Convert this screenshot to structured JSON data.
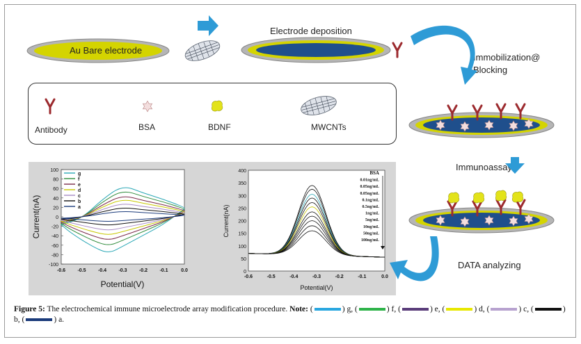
{
  "steps": {
    "au_electrode": "Au Bare electrode",
    "electrode_deposition": "Electrode deposition",
    "immobilization": [
      "Immobilization@",
      "Blocking"
    ],
    "immunoassay": "Immunoassay",
    "data_analyzing": "DATA analyzing"
  },
  "legend": {
    "antibody": "Antibody",
    "bsa": "BSA",
    "bdnf": "BDNF",
    "mwcnts": "MWCNTs"
  },
  "colors": {
    "yellow": "#d4d400",
    "blue_layer": "#1f4f8c",
    "gray_ring": "#b5b5b5",
    "arrow_blue": "#2e9bd6",
    "antibody_red": "#9c2a2e"
  },
  "chart_data": [
    {
      "type": "line",
      "title": "",
      "xlabel": "Potential(V)",
      "ylabel": "Current(nA)",
      "xlim": [
        -0.6,
        0.0
      ],
      "ylim": [
        -100,
        100
      ],
      "x_ticks": [
        "-0.6",
        "-0.5",
        "-0.4",
        "-0.3",
        "-0.2",
        "-0.1",
        "0.0"
      ],
      "y_ticks": [
        "100",
        "80",
        "60",
        "40",
        "20",
        "0",
        "-20",
        "-40",
        "-60",
        "-80",
        "-100"
      ],
      "legend_position": "top-left",
      "series": [
        {
          "name": "g",
          "color": "#2aa7b5",
          "peak": 67,
          "valley": -78
        },
        {
          "name": "f",
          "color": "#2e8b3a",
          "peak": 57,
          "valley": -62
        },
        {
          "name": "e",
          "color": "#7b2a4a",
          "peak": 46,
          "valley": -50
        },
        {
          "name": "d",
          "color": "#c8c800",
          "peak": 38,
          "valley": -39
        },
        {
          "name": "c",
          "color": "#a88bc4",
          "peak": 29,
          "valley": -29
        },
        {
          "name": "b",
          "color": "#111111",
          "peak": 20,
          "valley": -18
        },
        {
          "name": "a",
          "color": "#1a3a7a",
          "peak": 12,
          "valley": -10
        }
      ]
    },
    {
      "type": "line",
      "title": "",
      "xlabel": "Potential(V)",
      "ylabel": "Current(nA)",
      "xlim": [
        -0.6,
        0.0
      ],
      "ylim": [
        0,
        400
      ],
      "x_ticks": [
        "-0.6",
        "-0.5",
        "-0.4",
        "-0.3",
        "-0.2",
        "-0.1",
        "0.0"
      ],
      "y_ticks": [
        "400",
        "350",
        "300",
        "250",
        "200",
        "150",
        "100",
        "50",
        "0"
      ],
      "legend_position": "top-right",
      "series": [
        {
          "name": "BSA",
          "color": "#111111",
          "peak": 340
        },
        {
          "name": "0.01ng/mL",
          "color": "#111111",
          "peak": 325
        },
        {
          "name": "0.05ng/mL",
          "color": "#2aa7b5",
          "peak": 305
        },
        {
          "name": "0.05ng/mL",
          "color": "#111111",
          "peak": 290
        },
        {
          "name": "0.1ng/mL",
          "color": "#111111",
          "peak": 272
        },
        {
          "name": "0.5ng/mL",
          "color": "#c8c800",
          "peak": 255
        },
        {
          "name": "1ng/mL",
          "color": "#111111",
          "peak": 235
        },
        {
          "name": "5ng/mL",
          "color": "#111111",
          "peak": 218
        },
        {
          "name": "10ng/mL",
          "color": "#111111",
          "peak": 200
        },
        {
          "name": "50ng/mL",
          "color": "#111111",
          "peak": 180
        },
        {
          "name": "100ng/mL",
          "color": "#111111",
          "peak": 160
        }
      ]
    }
  ],
  "caption": {
    "figure_label": "Figure 5:",
    "text": "The electrochemical immune microelectrode array modification procedure.",
    "note_label": "Note:",
    "items": [
      {
        "letter": "g",
        "color": "#2aa7e0"
      },
      {
        "letter": "f",
        "color": "#2fb34a"
      },
      {
        "letter": "e",
        "color": "#5a3d7a"
      },
      {
        "letter": "d",
        "color": "#e8e800"
      },
      {
        "letter": "c",
        "color": "#b7a2cf"
      },
      {
        "letter": "b",
        "color": "#111111"
      },
      {
        "letter": "a",
        "color": "#1a3a7a"
      }
    ]
  }
}
